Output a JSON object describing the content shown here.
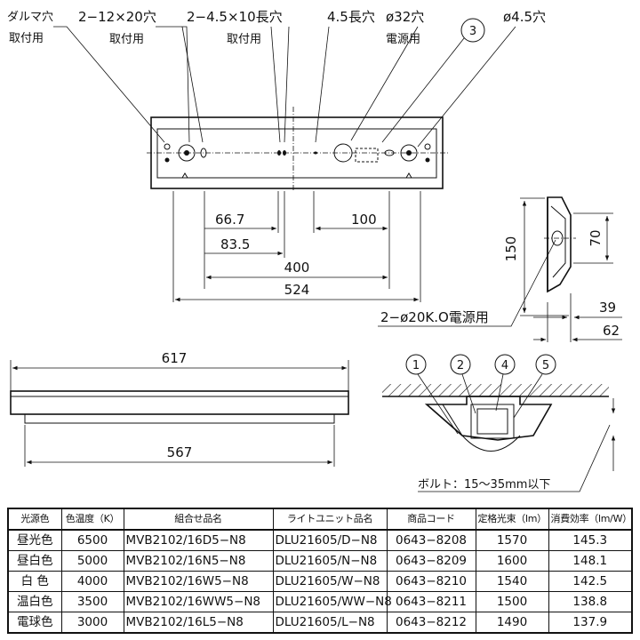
{
  "callouts": {
    "daruma_hole": "ダルマ穴",
    "daruma_use": "取付用",
    "slot_12x20": "2−12×20穴",
    "slot_12x20_use": "取付用",
    "slot_45x10": "2−4.5×10長穴",
    "slot_45x10_use": "取付用",
    "slot_45": "4.5長穴",
    "hole_32": "ø32穴",
    "hole_32_use": "電源用",
    "marker_3": "3",
    "hole_45": "ø4.5穴",
    "knockout": "2−ø20K.O電源用",
    "bolt_note": "ボルト：15〜35mm以下"
  },
  "dimensions": {
    "d667": "66.7",
    "d835": "83.5",
    "d100": "100",
    "d400": "400",
    "d524": "524",
    "d150": "150",
    "d70": "70",
    "d39": "39",
    "d62": "62",
    "d617": "617",
    "d567": "567"
  },
  "section_markers": [
    "1",
    "2",
    "4",
    "5"
  ],
  "table": {
    "headers": [
      "光源色",
      "色温度（K）",
      "組合せ品名",
      "ライトユニット品名",
      "商品コード",
      "定格光束（lm）",
      "消費効率（lm/W）"
    ],
    "rows": [
      [
        "昼光色",
        "6500",
        "MVB2102/16D5−N8",
        "DLU21605/D−N8",
        "0643−8208",
        "1570",
        "145.3"
      ],
      [
        "昼白色",
        "5000",
        "MVB2102/16N5−N8",
        "DLU21605/N−N8",
        "0643−8209",
        "1600",
        "148.1"
      ],
      [
        "白 色",
        "4000",
        "MVB2102/16W5−N8",
        "DLU21605/W−N8",
        "0643−8210",
        "1540",
        "142.5"
      ],
      [
        "温白色",
        "3500",
        "MVB2102/16WW5−N8",
        "DLU21605/WW−N8",
        "0643−8211",
        "1500",
        "138.8"
      ],
      [
        "電球色",
        "3000",
        "MVB2102/16L5−N8",
        "DLU21605/L−N8",
        "0643−8212",
        "1490",
        "137.9"
      ]
    ]
  }
}
